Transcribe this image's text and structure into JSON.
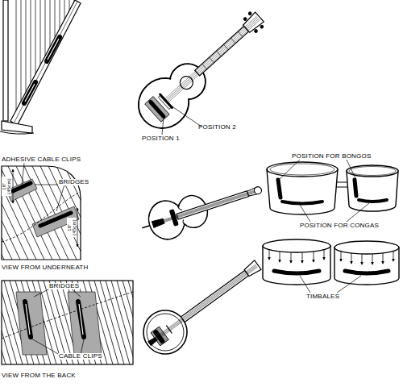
{
  "diagram": {
    "labels": [
      "POSITION 2",
      "POSITION 1",
      "POSITION FOR BONGOS",
      "ADHESIVE CABLE CLIPS",
      "BRIDGES",
      "18\" (45cm)",
      "18\" (45cm)",
      "POSITION FOR CONGAS",
      "TIMBALES",
      "VIEW FROM UNDERNEATH",
      "BRIDGES",
      "CABLE CLIPS",
      "VIEW FROM THE BACK"
    ]
  }
}
